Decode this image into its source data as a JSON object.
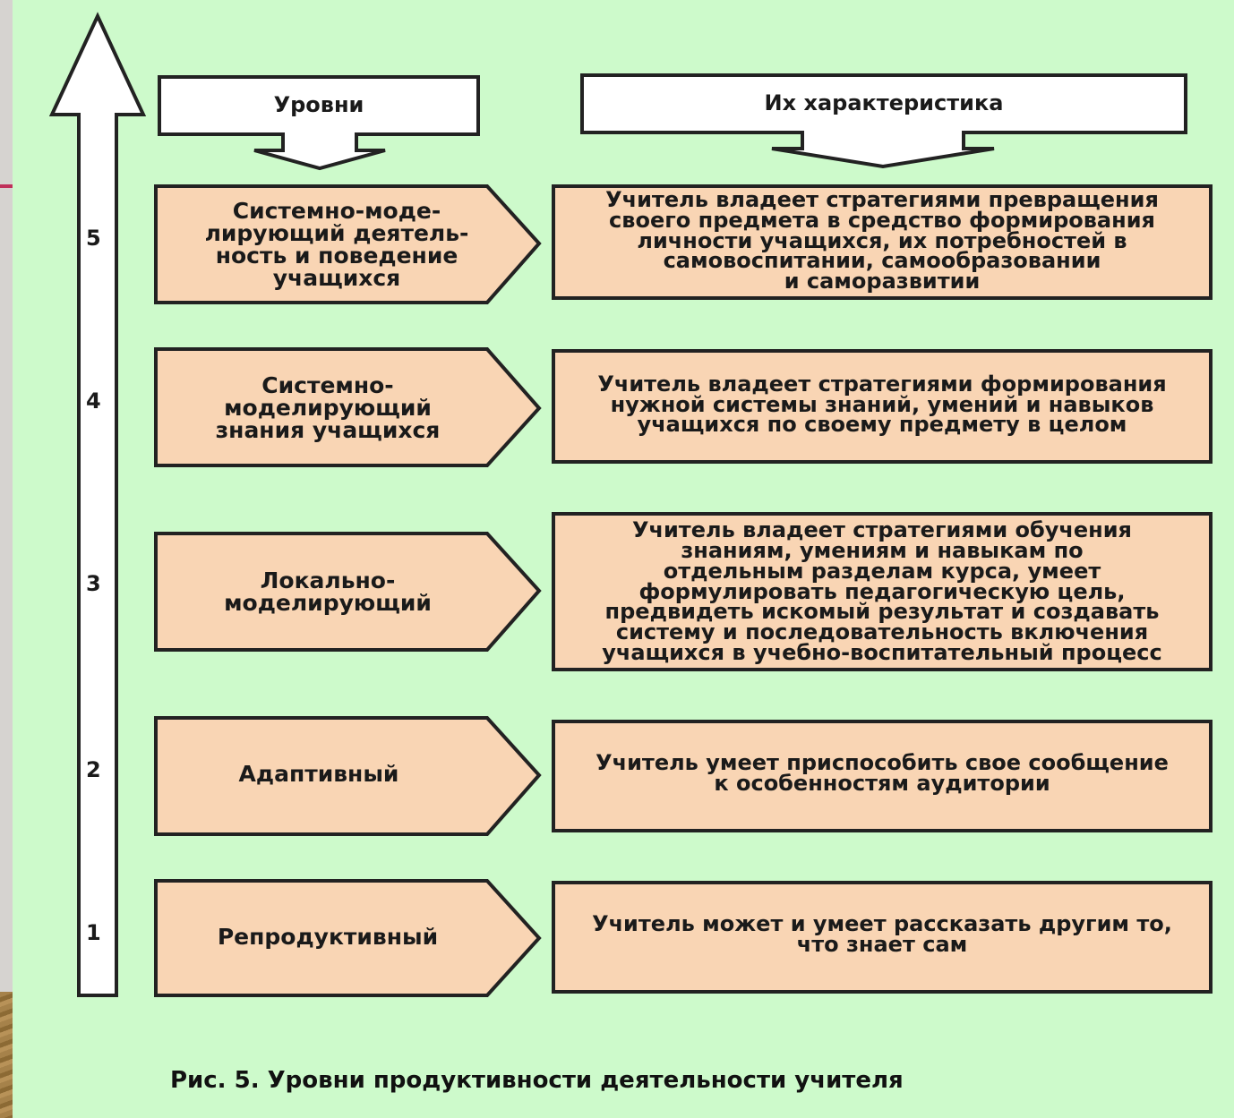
{
  "headers": {
    "levels": "Уровни",
    "characteristics": "Их характеристика"
  },
  "levels": [
    {
      "number": "5",
      "name": "Системно-моде-\nлирующий деятель-\nность и поведение\nучащихся",
      "description": "Учитель владеет стратегиями превращения\nсвоего предмета в средство формирования\nличности учащихся, их потребностей в\nсамовоспитании, самообразовании\nи саморазвитии"
    },
    {
      "number": "4",
      "name": "Системно-\nмоделирующий\nзнания учащихся",
      "description": "Учитель владеет стратегиями формирования\nнужной системы знаний, умений и навыков\nучащихся по своему предмету в целом"
    },
    {
      "number": "3",
      "name": "Локально-\nмоделирующий",
      "description": "Учитель владеет стратегиями обучения\nзнаниям, умениям и навыкам по\nотдельным разделам курса, умеет\nформулировать педагогическую цель,\nпредвидеть искомый результат и создавать\nсистему и последовательность включения\nучащихся в учебно-воспитательный процесс"
    },
    {
      "number": "2",
      "name": "Адаптивный",
      "description": "Учитель умеет приспособить свое сообщение\nк особенностям аудитории"
    },
    {
      "number": "1",
      "name": "Репродуктивный",
      "description": "Учитель может и умеет рассказать другим то,\nчто знает сам"
    }
  ],
  "caption": "Рис. 5. Уровни продуктивности деятельности учителя",
  "colors": {
    "background": "#cdfacb",
    "box_fill": "#f9d5b4",
    "outline": "#222222"
  }
}
